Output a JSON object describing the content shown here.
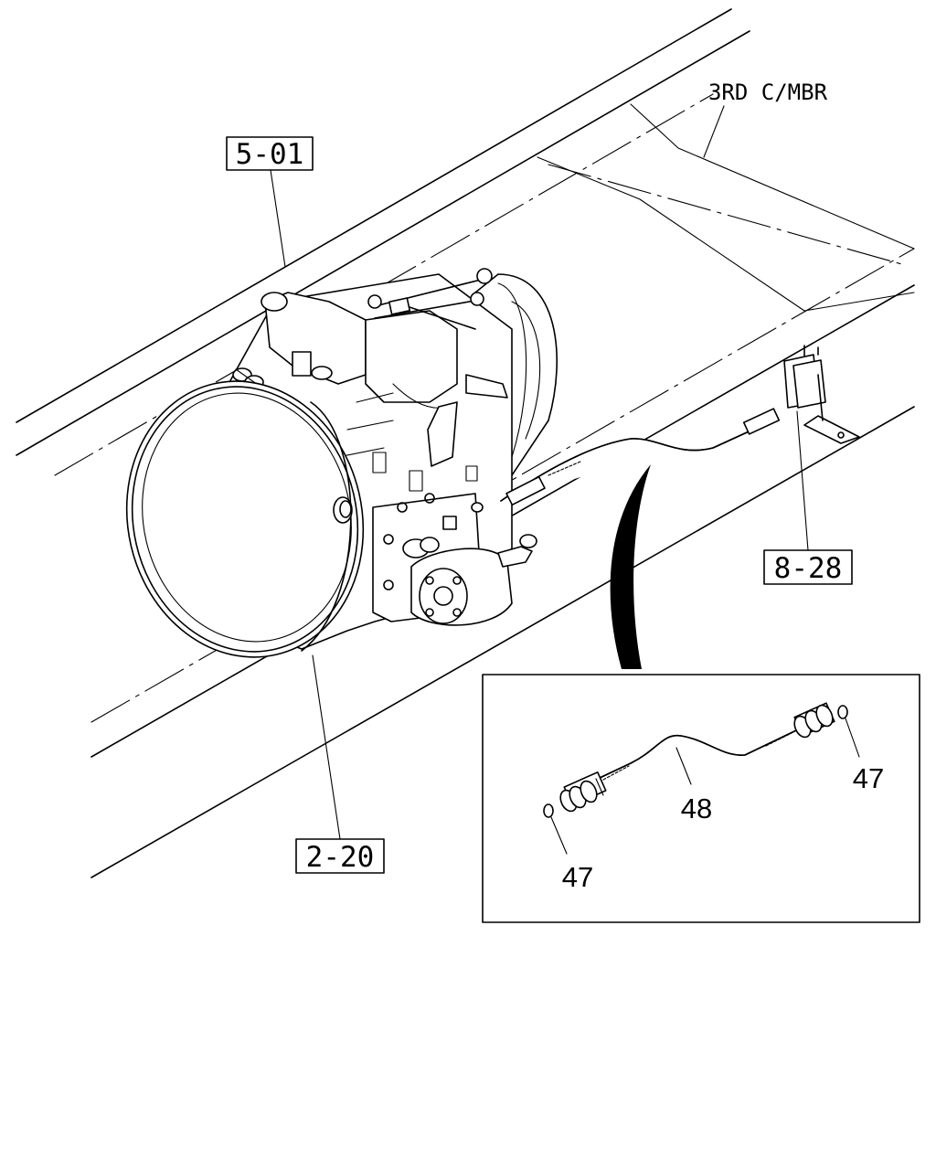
{
  "callouts": {
    "ref_frame": "5-01",
    "ref_cross_member": "3RD C/MBR",
    "ref_bracket": "8-28",
    "ref_transmission": "2-20"
  },
  "inset": {
    "part_hose": "48",
    "part_gasket_left": "47",
    "part_gasket_right": "47"
  }
}
